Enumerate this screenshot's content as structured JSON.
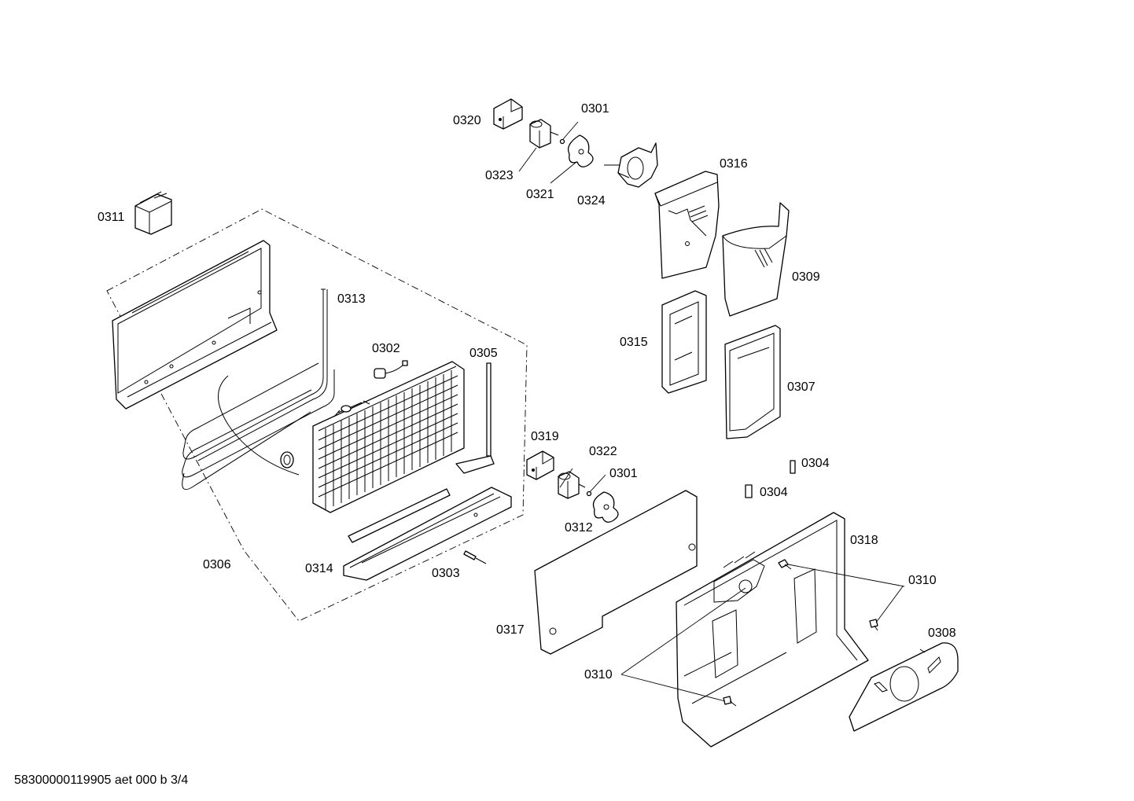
{
  "diagram": {
    "labels": {
      "p0301a": "0301",
      "p0301b": "0301",
      "p0302": "0302",
      "p0303": "0303",
      "p0304a": "0304",
      "p0304b": "0304",
      "p0305": "0305",
      "p0306": "0306",
      "p0307": "0307",
      "p0308": "0308",
      "p0309": "0309",
      "p0310a": "0310",
      "p0310b": "0310",
      "p0311": "0311",
      "p0312": "0312",
      "p0313": "0313",
      "p0314": "0314",
      "p0315": "0315",
      "p0316": "0316",
      "p0317": "0317",
      "p0318": "0318",
      "p0319": "0319",
      "p0320": "0320",
      "p0321": "0321",
      "p0322": "0322",
      "p0323": "0323",
      "p0324": "0324"
    },
    "footer": "58300000119905 aet 000 b 3/4"
  }
}
